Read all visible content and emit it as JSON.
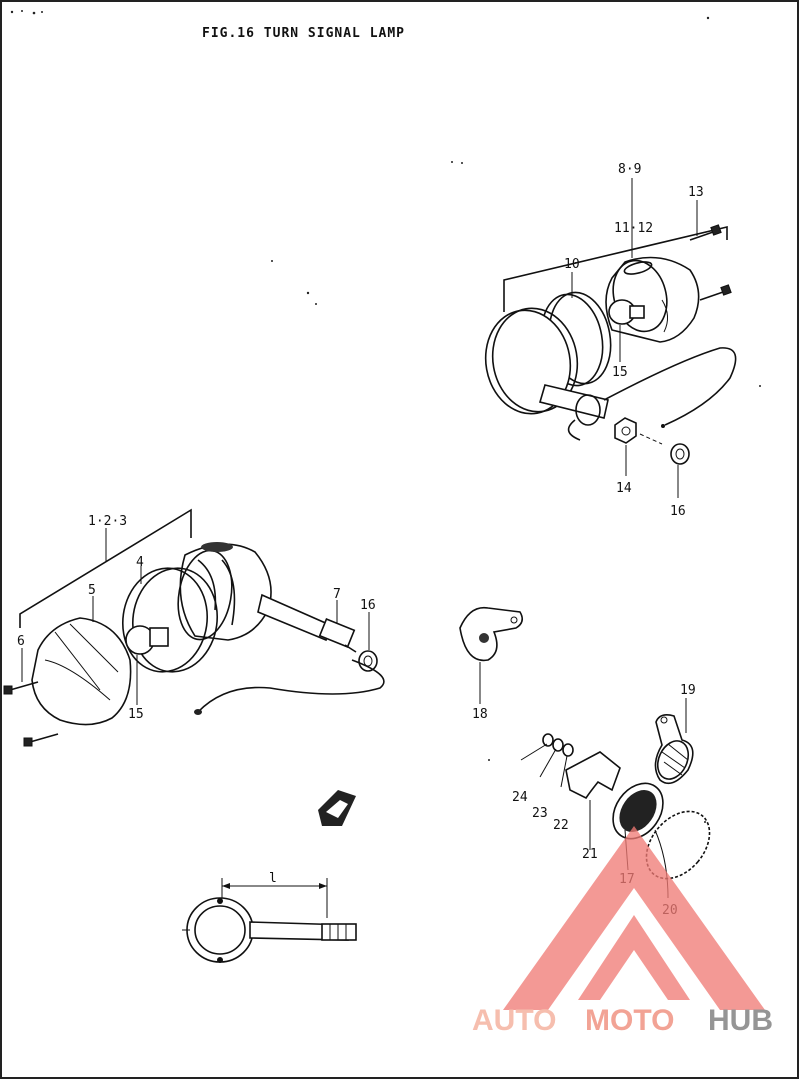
{
  "title": "FIG.16  TURN SIGNAL LAMP",
  "labels": {
    "l_89": "8·9",
    "l_13": "13",
    "l_1112": "11·12",
    "l_10": "10",
    "l_15a": "15",
    "l_14": "14",
    "l_16a": "16",
    "l_123": "1·2·3",
    "l_4": "4",
    "l_5": "5",
    "l_6": "6",
    "l_7": "7",
    "l_16b": "16",
    "l_15b": "15",
    "l_18": "18",
    "l_19": "19",
    "l_24": "24",
    "l_23": "23",
    "l_22": "22",
    "l_21": "21",
    "l_17": "17",
    "l_20": "20",
    "l_dim": "l"
  },
  "watermark": {
    "part1": "AUTO",
    "part2": "MOTO",
    "part3": "HUB",
    "colors": {
      "auto": "#f6b8a6",
      "moto": "#f19a8a",
      "hub": "#8a8a8a",
      "logo": "#f07a74"
    }
  }
}
